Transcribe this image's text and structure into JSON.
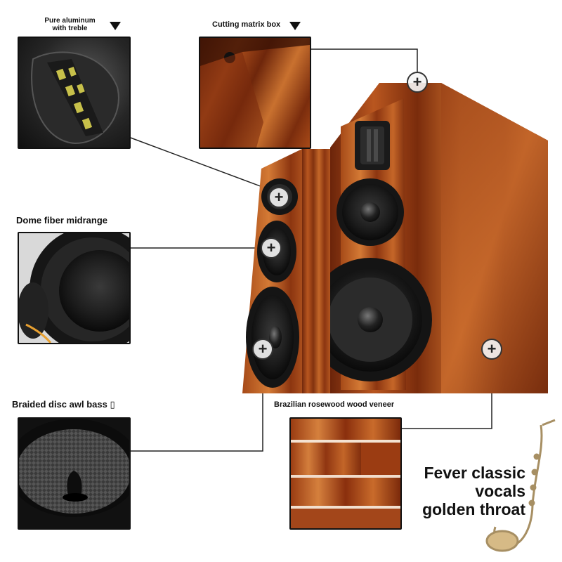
{
  "callouts": {
    "treble": "Pure aluminum\nwith treble",
    "cabinet": "Cutting matrix box",
    "midrange": "Dome fiber midrange",
    "bass": "Braided disc awl bass ▯",
    "veneer": "Brazilian rosewood wood veneer"
  },
  "slogan": {
    "line1": "Fever classic",
    "line2": "vocals",
    "line3": "golden throat"
  },
  "icons": [
    "down-triangle-icon",
    "plus-hotspot-icon",
    "saxophone-icon"
  ],
  "colors": {
    "wood_dark": "#5a1f08",
    "wood_mid": "#a0481a",
    "wood_light": "#d98a3f",
    "grille": "#1b1b1b"
  }
}
